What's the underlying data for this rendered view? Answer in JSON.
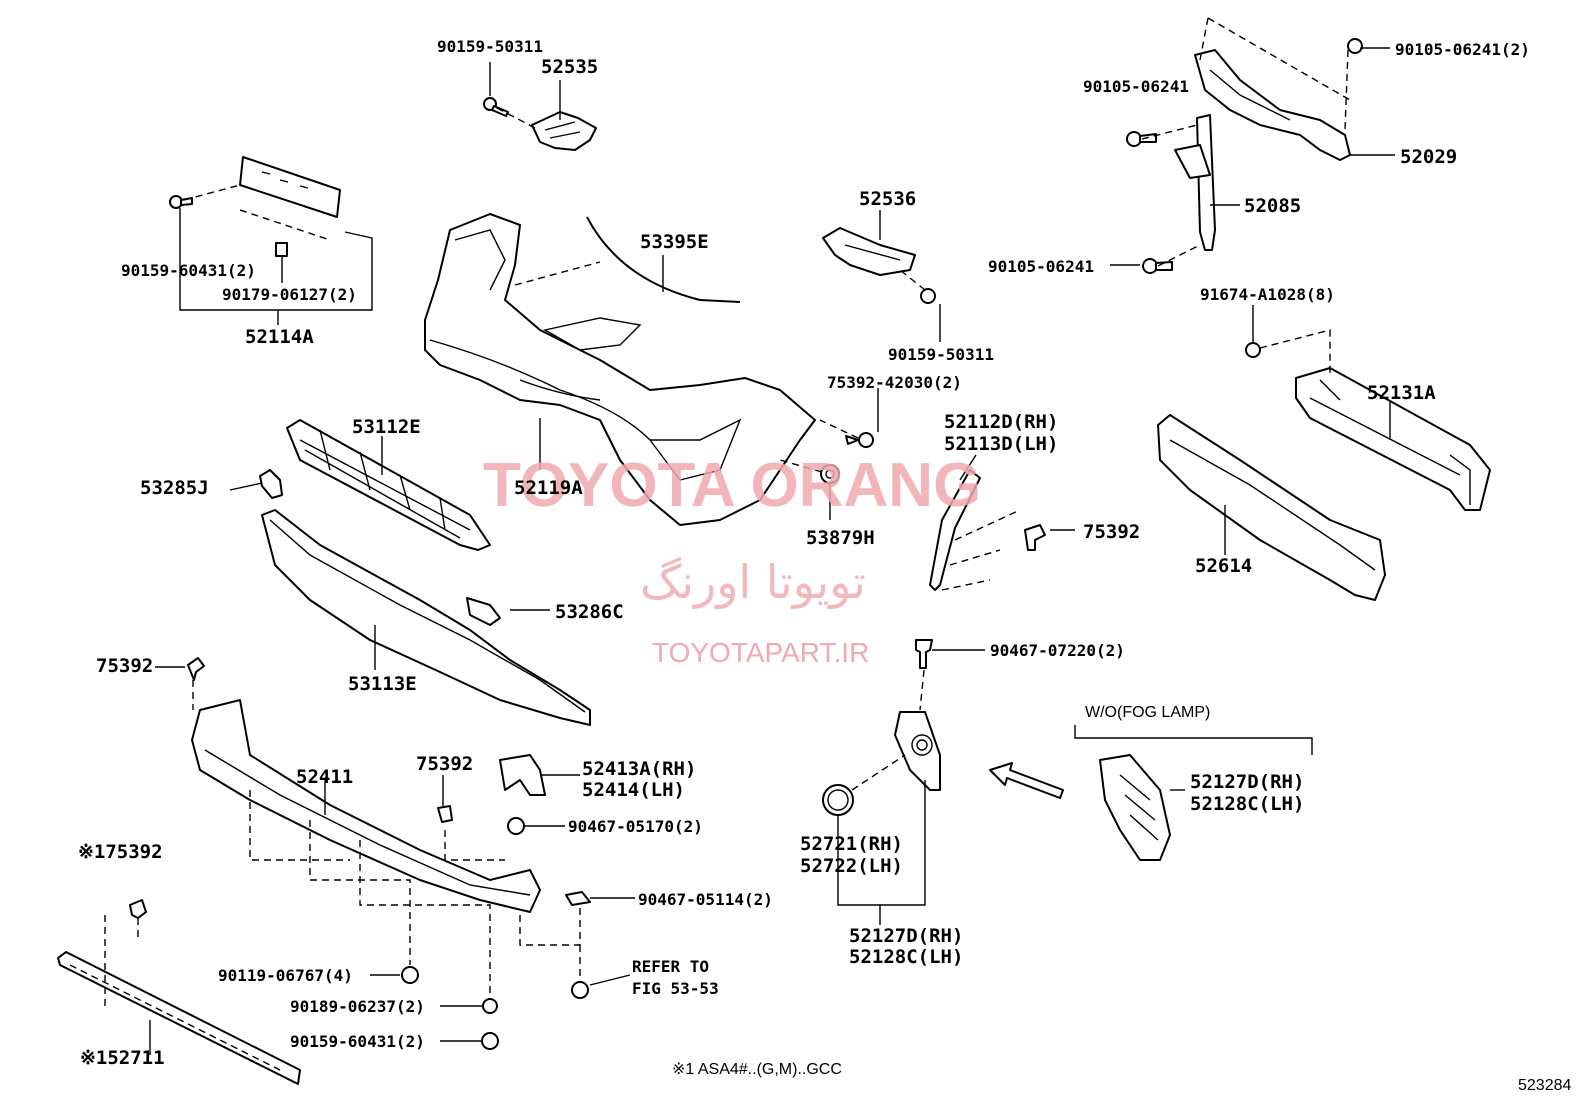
{
  "watermark": {
    "brand": "TOYOTA ORANG",
    "brand_fa": "تویوتا اورنگ",
    "url": "TOYOTAPART.IR"
  },
  "labels": {
    "p90159_50311_top": "90159-50311",
    "p52535": "52535",
    "p90159_60431_a": "90159-60431(2)",
    "p90179_06127": "90179-06127(2)",
    "p52114A": "52114A",
    "p53395E": "53395E",
    "p52536": "52536",
    "p90159_50311_mid": "90159-50311",
    "p75392_42030": "75392-42030(2)",
    "p53112E": "53112E",
    "p53285J": "53285J",
    "p52119A": "52119A",
    "p53879H": "53879H",
    "p52112D": "52112D(RH)",
    "p52113D": "52113D(LH)",
    "p75392_a": "75392",
    "p53286C": "53286C",
    "p53113E": "53113E",
    "p90105_06241_a": "90105-06241(2)",
    "p90105_06241_b": "90105-06241",
    "p52029": "52029",
    "p52085": "52085",
    "p90105_06241_c": "90105-06241",
    "p91674_A1028": "91674-A1028(8)",
    "p52131A": "52131A",
    "p52614": "52614",
    "p90467_07220": "90467-07220(2)",
    "wo_fog": "W/O(FOG LAMP)",
    "p52127D_a": "52127D(RH)",
    "p52128C_a": "52128C(LH)",
    "p75392_b": "75392",
    "p52411": "52411",
    "p75392_c": "75392",
    "p52413A": "52413A(RH)",
    "p52414": "52414(LH)",
    "p90467_05170": "90467-05170(2)",
    "p52721": "52721(RH)",
    "p52722": "52722(LH)",
    "p75392_d": "※175392",
    "p90467_05114": "90467-05114(2)",
    "p52127D_b": "52127D(RH)",
    "p52128C_b": "52128C(LH)",
    "p90119_06767": "90119-06767(4)",
    "refer_to": "REFER TO",
    "refer_fig": "FIG 53-53",
    "p90189_06237": "90189-06237(2)",
    "p90159_60431_b": "90159-60431(2)",
    "p52711": "※152711",
    "footnote": "※1 ASA4#..(G,M)..GCC",
    "fig_number": "523284"
  }
}
